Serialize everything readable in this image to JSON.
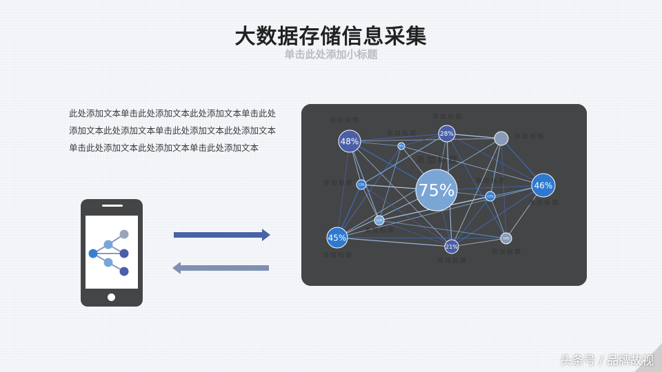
{
  "title": "大数据存储信息采集",
  "subtitle": "单击此处添加小标题",
  "body_text": "此处添加文本单击此处添加文本此处添加文本单击此处添加文本此处添加文本单击此处添加文本此处添加文本单击此处添加文本此处添加文本单击此处添加文本",
  "watermark": "头条号 / 品牌故视",
  "colors": {
    "dark": "#444546",
    "blue_primary": "#4a6fb5",
    "blue_light": "#7aa6d6",
    "gray_node": "#8a9bb8",
    "arrow_right": "#4a62a6",
    "arrow_left": "#7f91b2"
  },
  "phone_icon": "share-network-icon",
  "network": {
    "nodes": [
      {
        "id": "n48",
        "label": "48%",
        "caption": "添 加 标 题"
      },
      {
        "id": "n28",
        "label": "28%",
        "caption": "添 加 标 题"
      },
      {
        "id": "ngray",
        "label": "",
        "caption": "添 加 标 题"
      },
      {
        "id": "nsmall1",
        "label": "8%",
        "caption": "添 加 标 题"
      },
      {
        "id": "n75",
        "label": "75%",
        "caption": "添 加 标 题"
      },
      {
        "id": "n46",
        "label": "46%",
        "caption": "添 加 标 题"
      },
      {
        "id": "nsmall2",
        "label": "13%",
        "caption": "添 加 标 题"
      },
      {
        "id": "nsmall3",
        "label": "11%",
        "caption": "添 加 标 题"
      },
      {
        "id": "nsmall4",
        "label": "15%",
        "caption": "添 加 标 题"
      },
      {
        "id": "n45",
        "label": "45%",
        "caption": "添 加 标 题"
      },
      {
        "id": "n21",
        "label": "21%",
        "caption": "添 加 标 题"
      },
      {
        "id": "n18",
        "label": "18%",
        "caption": "添 加 标 题"
      }
    ]
  }
}
